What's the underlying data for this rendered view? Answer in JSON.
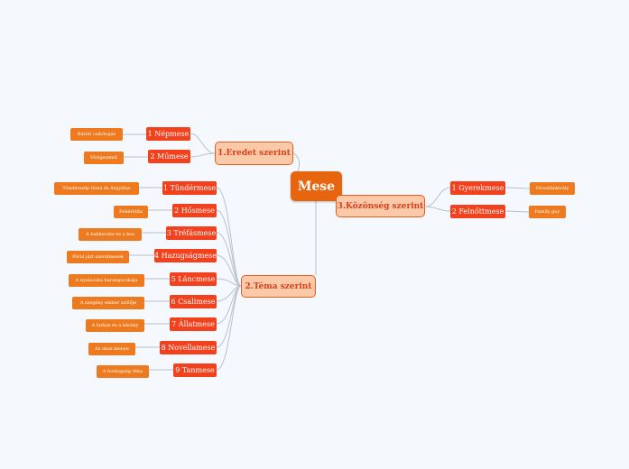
{
  "colors": {
    "background": "#f5f8fd",
    "central": "#e8650f",
    "topic_fill": "#f9c9a8",
    "topic_border": "#e85d1f",
    "topic_text": "#d9401b",
    "subtopic": "#f2411c",
    "example": "#ed7a1e",
    "connector": "#b9c1cc"
  },
  "central": "Mese",
  "eredet": {
    "title": "1.Eredet szerint",
    "items": [
      {
        "label": "1 Népmese",
        "example": "Rátóti csikótojás"
      },
      {
        "label": "2 Műmese",
        "example": "Virágszemű"
      }
    ]
  },
  "tema": {
    "title": "2.Téma szerint",
    "items": [
      {
        "label": "1 Tündérmese",
        "example": "Tündérszép Ilona és Árgyélus"
      },
      {
        "label": "2 Hősmese",
        "example": "Fehérlófia"
      },
      {
        "label": "3 Tréfásmese",
        "example": "A bakkecske és a kos"
      },
      {
        "label": "4 Hazugságmese",
        "example": "Pórul járt szerelmesek"
      },
      {
        "label": "5 Láncmese",
        "example": "A nyulacska harangocskája"
      },
      {
        "label": "6 Csalimese",
        "example": "A szegény ember szőlője"
      },
      {
        "label": "7 Állatmese",
        "example": "A farkas és a bárány"
      },
      {
        "label": "8 Novellamese",
        "example": "Az okos menye"
      },
      {
        "label": "9 Tanmese",
        "example": "A boldogság titka"
      }
    ]
  },
  "kozonseg": {
    "title": "3.Közönség szerint",
    "items": [
      {
        "label": "1 Gyerekmese",
        "example": "Oroszlánkirály"
      },
      {
        "label": "2 Felnőttmese",
        "example": "Family guy"
      }
    ]
  }
}
